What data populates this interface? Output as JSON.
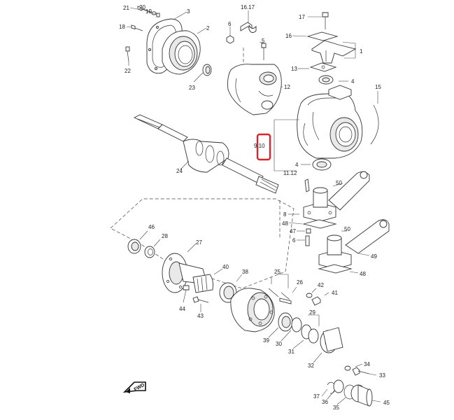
{
  "callouts": [
    {
      "id": "c21",
      "text": "21"
    },
    {
      "id": "c20",
      "text": "20"
    },
    {
      "id": "c19",
      "text": "19"
    },
    {
      "id": "c3",
      "text": "3"
    },
    {
      "id": "c18",
      "text": "18"
    },
    {
      "id": "c2",
      "text": "2"
    },
    {
      "id": "c22",
      "text": "22"
    },
    {
      "id": "c23",
      "text": "23"
    },
    {
      "id": "c1617",
      "text": "16.17"
    },
    {
      "id": "c6a",
      "text": "6"
    },
    {
      "id": "c5",
      "text": "5"
    },
    {
      "id": "c12",
      "text": "12"
    },
    {
      "id": "c17",
      "text": "17"
    },
    {
      "id": "c16",
      "text": "16"
    },
    {
      "id": "c1",
      "text": "1"
    },
    {
      "id": "c13",
      "text": "13"
    },
    {
      "id": "c4a",
      "text": "4"
    },
    {
      "id": "c15",
      "text": "15"
    },
    {
      "id": "c910",
      "text": "9.10"
    },
    {
      "id": "c4b",
      "text": "4"
    },
    {
      "id": "c1112",
      "text": "11.12"
    },
    {
      "id": "c24",
      "text": "24"
    },
    {
      "id": "c50a",
      "text": "50"
    },
    {
      "id": "c8",
      "text": "8"
    },
    {
      "id": "c48a",
      "text": "48"
    },
    {
      "id": "c47",
      "text": "47"
    },
    {
      "id": "c6b",
      "text": "6"
    },
    {
      "id": "c50b",
      "text": "50"
    },
    {
      "id": "c49",
      "text": "49"
    },
    {
      "id": "c48b",
      "text": "48"
    },
    {
      "id": "c46",
      "text": "46"
    },
    {
      "id": "c28",
      "text": "28"
    },
    {
      "id": "c27",
      "text": "27"
    },
    {
      "id": "c40",
      "text": "40"
    },
    {
      "id": "c38",
      "text": "38"
    },
    {
      "id": "c25",
      "text": "25"
    },
    {
      "id": "c26",
      "text": "26"
    },
    {
      "id": "c42",
      "text": "42"
    },
    {
      "id": "c41",
      "text": "41"
    },
    {
      "id": "c44",
      "text": "44"
    },
    {
      "id": "c43",
      "text": "43"
    },
    {
      "id": "c29",
      "text": "29"
    },
    {
      "id": "c39",
      "text": "39"
    },
    {
      "id": "c30",
      "text": "30"
    },
    {
      "id": "c31",
      "text": "31"
    },
    {
      "id": "c32",
      "text": "32"
    },
    {
      "id": "c34",
      "text": "34"
    },
    {
      "id": "c33",
      "text": "33"
    },
    {
      "id": "c37",
      "text": "37"
    },
    {
      "id": "c36",
      "text": "36"
    },
    {
      "id": "c35",
      "text": "35"
    },
    {
      "id": "c45",
      "text": "45"
    }
  ],
  "highlight": {
    "target": "9.10",
    "color": "#d9262c"
  },
  "fwd_marker": {
    "icon": "forward-arrow-icon",
    "text": "FWD"
  }
}
